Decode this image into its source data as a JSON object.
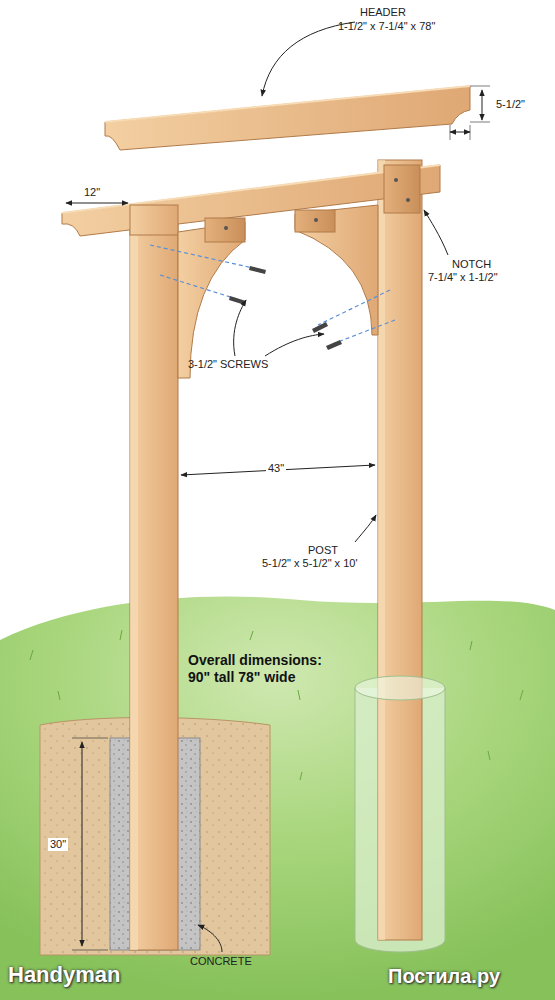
{
  "diagram": {
    "labels": [
      "HEADER",
      "1-1/2\" x 7-1/4\" x 78\"",
      "5-1/2\"",
      "12\"",
      "NOTCH",
      "7-1/4\" x 1-1/2\"",
      "3-1/2\" SCREWS",
      "43\"",
      "POST",
      "5-1/2\" x 5-1/2\" x 10'",
      "Overall dimensions: 90\" tall 78\" wide",
      "30\"",
      "CONCRETE",
      "Handyman",
      "Постила.ру"
    ]
  }
}
